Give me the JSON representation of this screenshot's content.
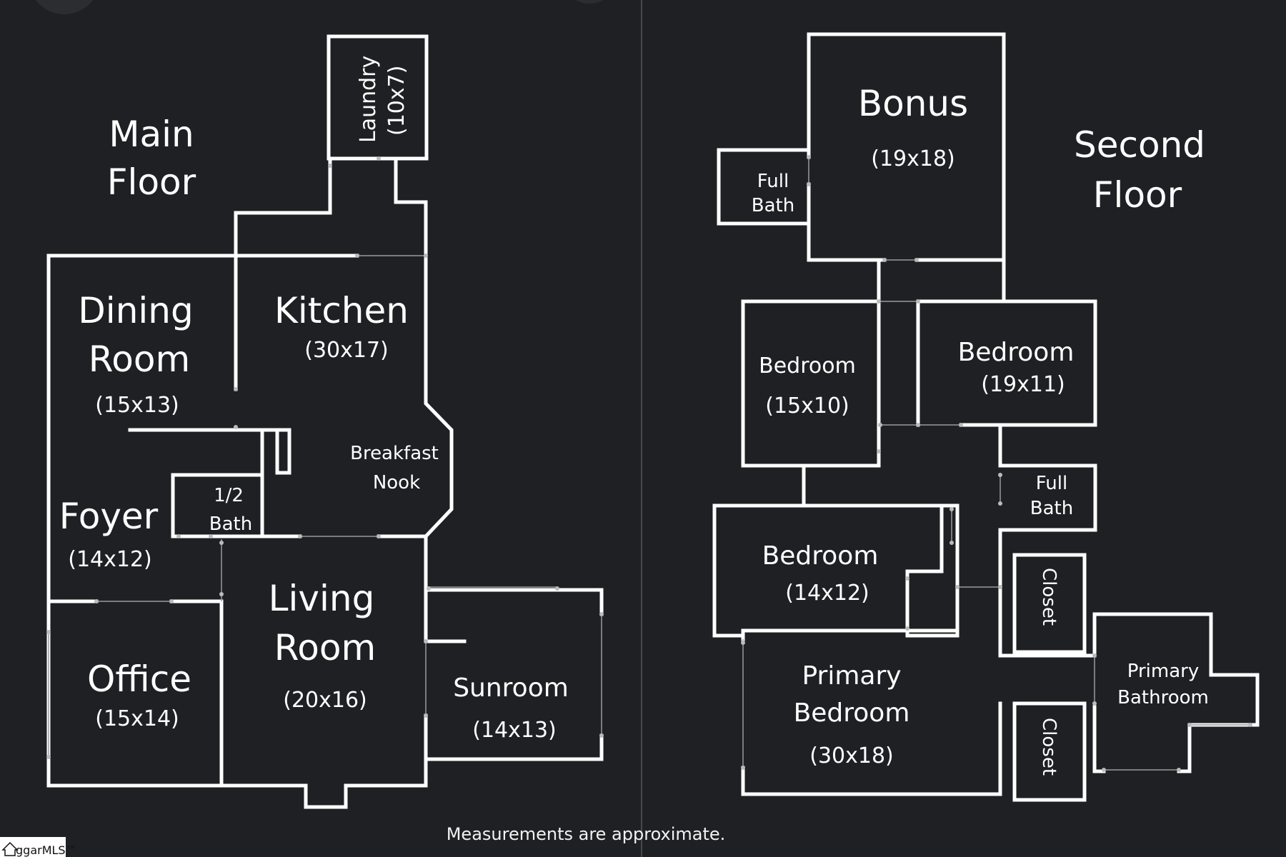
{
  "main_floor": {
    "title_line1": "Main",
    "title_line2": "Floor",
    "rooms": {
      "laundry": {
        "name": "Laundry",
        "size": "(10x7)"
      },
      "dining": {
        "name_line1": "Dining",
        "name_line2": "Room",
        "size": "(15x13)"
      },
      "kitchen": {
        "name": "Kitchen",
        "size": "(30x17)"
      },
      "breakfast": {
        "name_line1": "Breakfast",
        "name_line2": "Nook"
      },
      "half_bath": {
        "name_line1": "1/2",
        "name_line2": "Bath"
      },
      "foyer": {
        "name": "Foyer",
        "size": "(14x12)"
      },
      "living": {
        "name_line1": "Living",
        "name_line2": "Room",
        "size": "(20x16)"
      },
      "office": {
        "name": "Office",
        "size": "(15x14)"
      },
      "sunroom": {
        "name": "Sunroom",
        "size": "(14x13)"
      }
    }
  },
  "second_floor": {
    "title_line1": "Second",
    "title_line2": "Floor",
    "rooms": {
      "bonus": {
        "name": "Bonus",
        "size": "(19x18)"
      },
      "full_bath_upper": {
        "name_line1": "Full",
        "name_line2": "Bath"
      },
      "bedroom_a": {
        "name": "Bedroom",
        "size": "(15x10)"
      },
      "bedroom_b": {
        "name": "Bedroom",
        "size": "(19x11)"
      },
      "full_bath_mid": {
        "name_line1": "Full",
        "name_line2": "Bath"
      },
      "bedroom_c": {
        "name": "Bedroom",
        "size": "(14x12)"
      },
      "closet_1": {
        "name": "Closet"
      },
      "closet_2": {
        "name": "Closet"
      },
      "primary_bedroom": {
        "name_line1": "Primary",
        "name_line2": "Bedroom",
        "size": "(30x18)"
      },
      "primary_bath": {
        "name_line1": "Primary",
        "name_line2": "Bathroom"
      }
    }
  },
  "footer": {
    "note": "Measurements are approximate.",
    "logo_text": "ggarMLS™"
  }
}
